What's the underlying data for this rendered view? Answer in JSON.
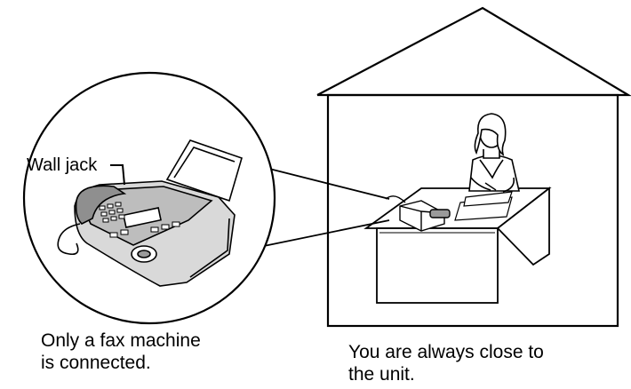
{
  "labels": {
    "wall_jack": "Wall jack"
  },
  "captions": {
    "left_line1": "Only a fax machine",
    "left_line2": "is connected.",
    "right_line1": "You are always close to",
    "right_line2": "the unit."
  },
  "icons": [
    "fax-machine-icon",
    "house-icon",
    "person-at-desk-icon",
    "wall-jack-icon"
  ],
  "colors": {
    "line": "#000000",
    "background": "#ffffff",
    "shade": "#9a9a9a"
  }
}
